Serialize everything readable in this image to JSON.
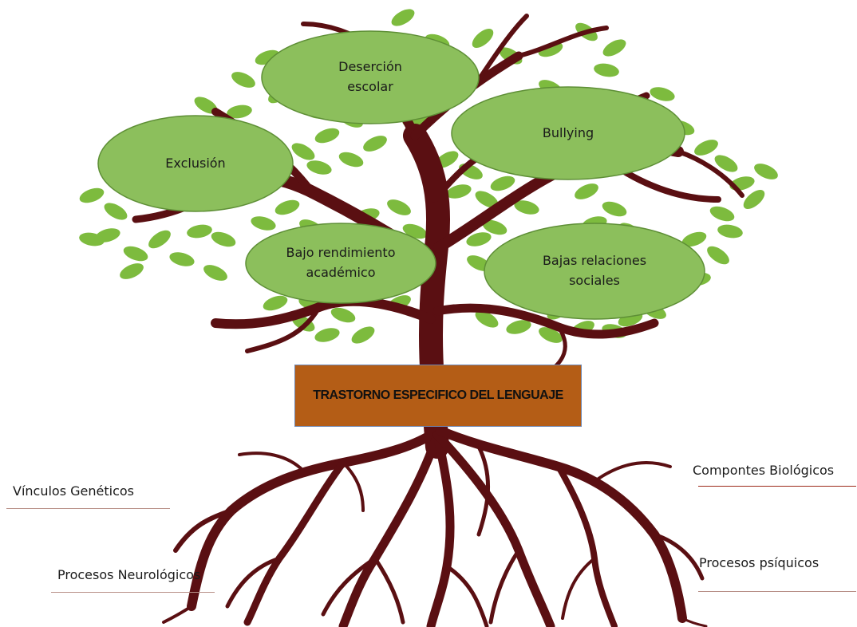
{
  "diagram": {
    "center": "TRASTORNO ESPECIFICO DEL LENGUAJE",
    "effects": [
      {
        "id": "desercion",
        "text": "Deserción\nescolar"
      },
      {
        "id": "exclusion",
        "text": "Exclusión"
      },
      {
        "id": "bullying",
        "text": "Bullying"
      },
      {
        "id": "bajo-rendimiento",
        "text": "Bajo rendimiento\nacadémico"
      },
      {
        "id": "bajas-relaciones",
        "text": "Bajas relaciones\nsociales"
      }
    ],
    "causes": [
      {
        "id": "vinculos",
        "text": "Vínculos Genéticos"
      },
      {
        "id": "neuro",
        "text": "Procesos Neurológicos"
      },
      {
        "id": "biologicos",
        "text": "Compontes Biológicos"
      },
      {
        "id": "psiquicos",
        "text": "Procesos psíquicos"
      }
    ],
    "colors": {
      "bubble_fill": "#8cbf5c",
      "bubble_stroke": "#5e8f36",
      "center_fill": "#b45d16",
      "trunk": "#5a0f12",
      "leaf": "#7dbb3e"
    }
  }
}
